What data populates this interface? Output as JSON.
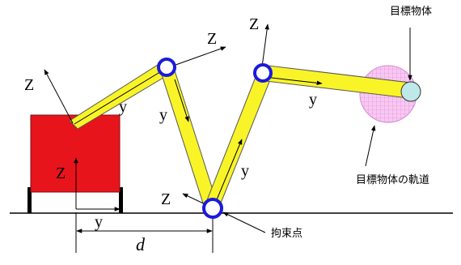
{
  "labels": {
    "target_object": "目標物体",
    "target_trajectory": "目標物体の軌道",
    "constraint_point": "拘束点",
    "distance": "d"
  },
  "axes": {
    "z": "Z",
    "y": "y"
  },
  "colors": {
    "base": "#e8141c",
    "link": "#f9f427",
    "joint": "#1a1adc",
    "target": "#bfe8e8",
    "trajectory": "#f6c0f0"
  }
}
